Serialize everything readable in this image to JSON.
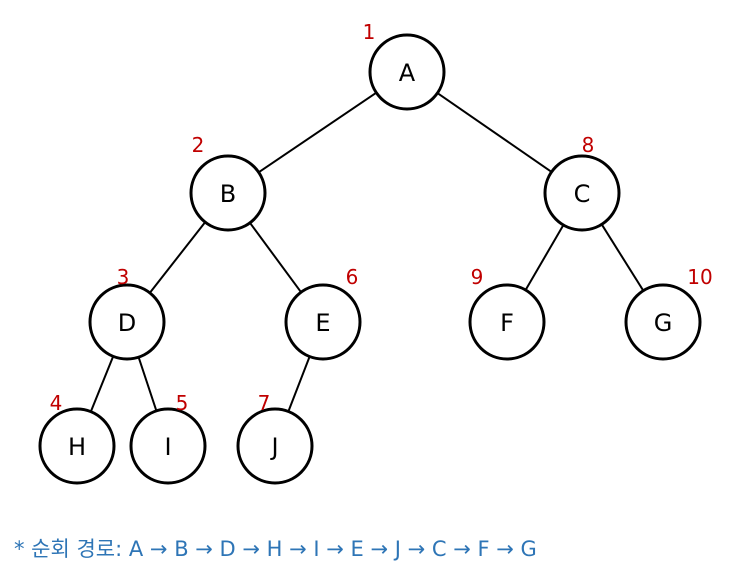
{
  "tree": {
    "nodes": [
      {
        "id": "A",
        "label": "A",
        "order": "1"
      },
      {
        "id": "B",
        "label": "B",
        "order": "2"
      },
      {
        "id": "C",
        "label": "C",
        "order": "8"
      },
      {
        "id": "D",
        "label": "D",
        "order": "3"
      },
      {
        "id": "E",
        "label": "E",
        "order": "6"
      },
      {
        "id": "F",
        "label": "F",
        "order": "9"
      },
      {
        "id": "G",
        "label": "G",
        "order": "10"
      },
      {
        "id": "H",
        "label": "H",
        "order": "4"
      },
      {
        "id": "I",
        "label": "I",
        "order": "5"
      },
      {
        "id": "J",
        "label": "J",
        "order": "7"
      }
    ],
    "edges": [
      [
        "A",
        "B"
      ],
      [
        "A",
        "C"
      ],
      [
        "B",
        "D"
      ],
      [
        "B",
        "E"
      ],
      [
        "C",
        "F"
      ],
      [
        "C",
        "G"
      ],
      [
        "D",
        "H"
      ],
      [
        "D",
        "I"
      ],
      [
        "E",
        "J"
      ]
    ]
  },
  "caption": "* 순회 경로: A → B → D → H → I → E → J → C → F → G",
  "colors": {
    "order_label": "#c00000",
    "caption": "#2e75b6",
    "node_stroke": "#000000"
  }
}
